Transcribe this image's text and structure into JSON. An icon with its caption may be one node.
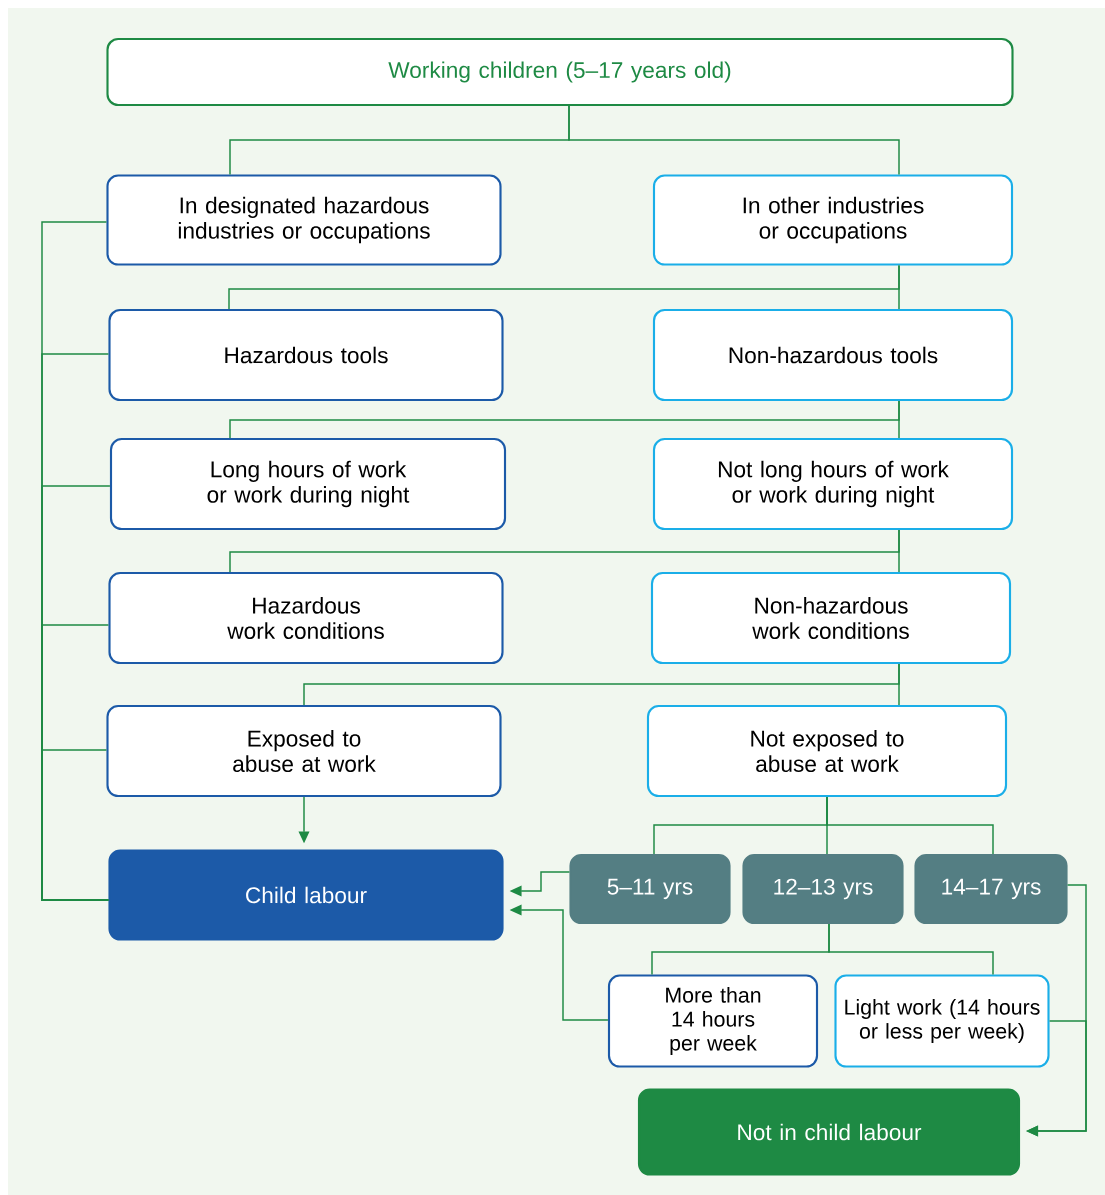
{
  "diagram": {
    "nodes": [
      {
        "text": [
          "Working children (5–17 years old)"
        ]
      },
      {
        "text": [
          "In designated hazardous industries or occupations"
        ]
      },
      {
        "text": [
          "In other industries or occupations"
        ]
      },
      {
        "text": [
          "Hazardous tools"
        ]
      },
      {
        "text": [
          "Non-hazardous tools"
        ]
      },
      {
        "text": [
          "Long hours of work or work during night"
        ]
      },
      {
        "text": [
          "Not long hours of work or work during night"
        ]
      },
      {
        "text": [
          "Hazardous work conditions"
        ]
      },
      {
        "text": [
          "Non-hazardous work conditions"
        ]
      },
      {
        "text": [
          "Exposed to abuse at work"
        ]
      },
      {
        "text": [
          "Not exposed to abuse at work"
        ]
      },
      {
        "text": [
          "Child labour"
        ]
      },
      {
        "text": [
          "5–11 yrs"
        ]
      },
      {
        "text": [
          "12–13 yrs"
        ]
      },
      {
        "text": [
          "14–17 yrs"
        ]
      },
      {
        "text": [
          "More than 14 hours per week"
        ]
      },
      {
        "text": [
          "Light work (14 hours or less per week)"
        ]
      },
      {
        "text": [
          "Not in child labour"
        ]
      }
    ],
    "edges": [
      {
        "from": 0,
        "to": 1,
        "arrow": "none"
      },
      {
        "from": 0,
        "to": 2,
        "arrow": "none"
      },
      {
        "from": 2,
        "to": 3,
        "arrow": "none"
      },
      {
        "from": 2,
        "to": 4,
        "arrow": "none"
      },
      {
        "from": 4,
        "to": 5,
        "arrow": "none"
      },
      {
        "from": 4,
        "to": 6,
        "arrow": "none"
      },
      {
        "from": 6,
        "to": 7,
        "arrow": "none"
      },
      {
        "from": 6,
        "to": 8,
        "arrow": "none"
      },
      {
        "from": 8,
        "to": 9,
        "arrow": "none"
      },
      {
        "from": 8,
        "to": 10,
        "arrow": "none"
      },
      {
        "from": 1,
        "to": 11,
        "arrow": "none"
      },
      {
        "from": 3,
        "to": 11,
        "arrow": "none"
      },
      {
        "from": 5,
        "to": 11,
        "arrow": "none"
      },
      {
        "from": 7,
        "to": 11,
        "arrow": "none"
      },
      {
        "from": 9,
        "to": 11,
        "arrow": "none"
      },
      {
        "from": 9,
        "to": 11,
        "arrow": "to"
      },
      {
        "from": 10,
        "to": 12,
        "arrow": "none"
      },
      {
        "from": 10,
        "to": 13,
        "arrow": "none"
      },
      {
        "from": 10,
        "to": 14,
        "arrow": "none"
      },
      {
        "from": 12,
        "to": 11,
        "arrow": "to"
      },
      {
        "from": 13,
        "to": 15,
        "arrow": "none"
      },
      {
        "from": 13,
        "to": 16,
        "arrow": "none"
      },
      {
        "from": 15,
        "to": 11,
        "arrow": "to"
      },
      {
        "from": 14,
        "to": 17,
        "arrow": "to"
      },
      {
        "from": 16,
        "to": 17,
        "arrow": "to"
      }
    ]
  }
}
